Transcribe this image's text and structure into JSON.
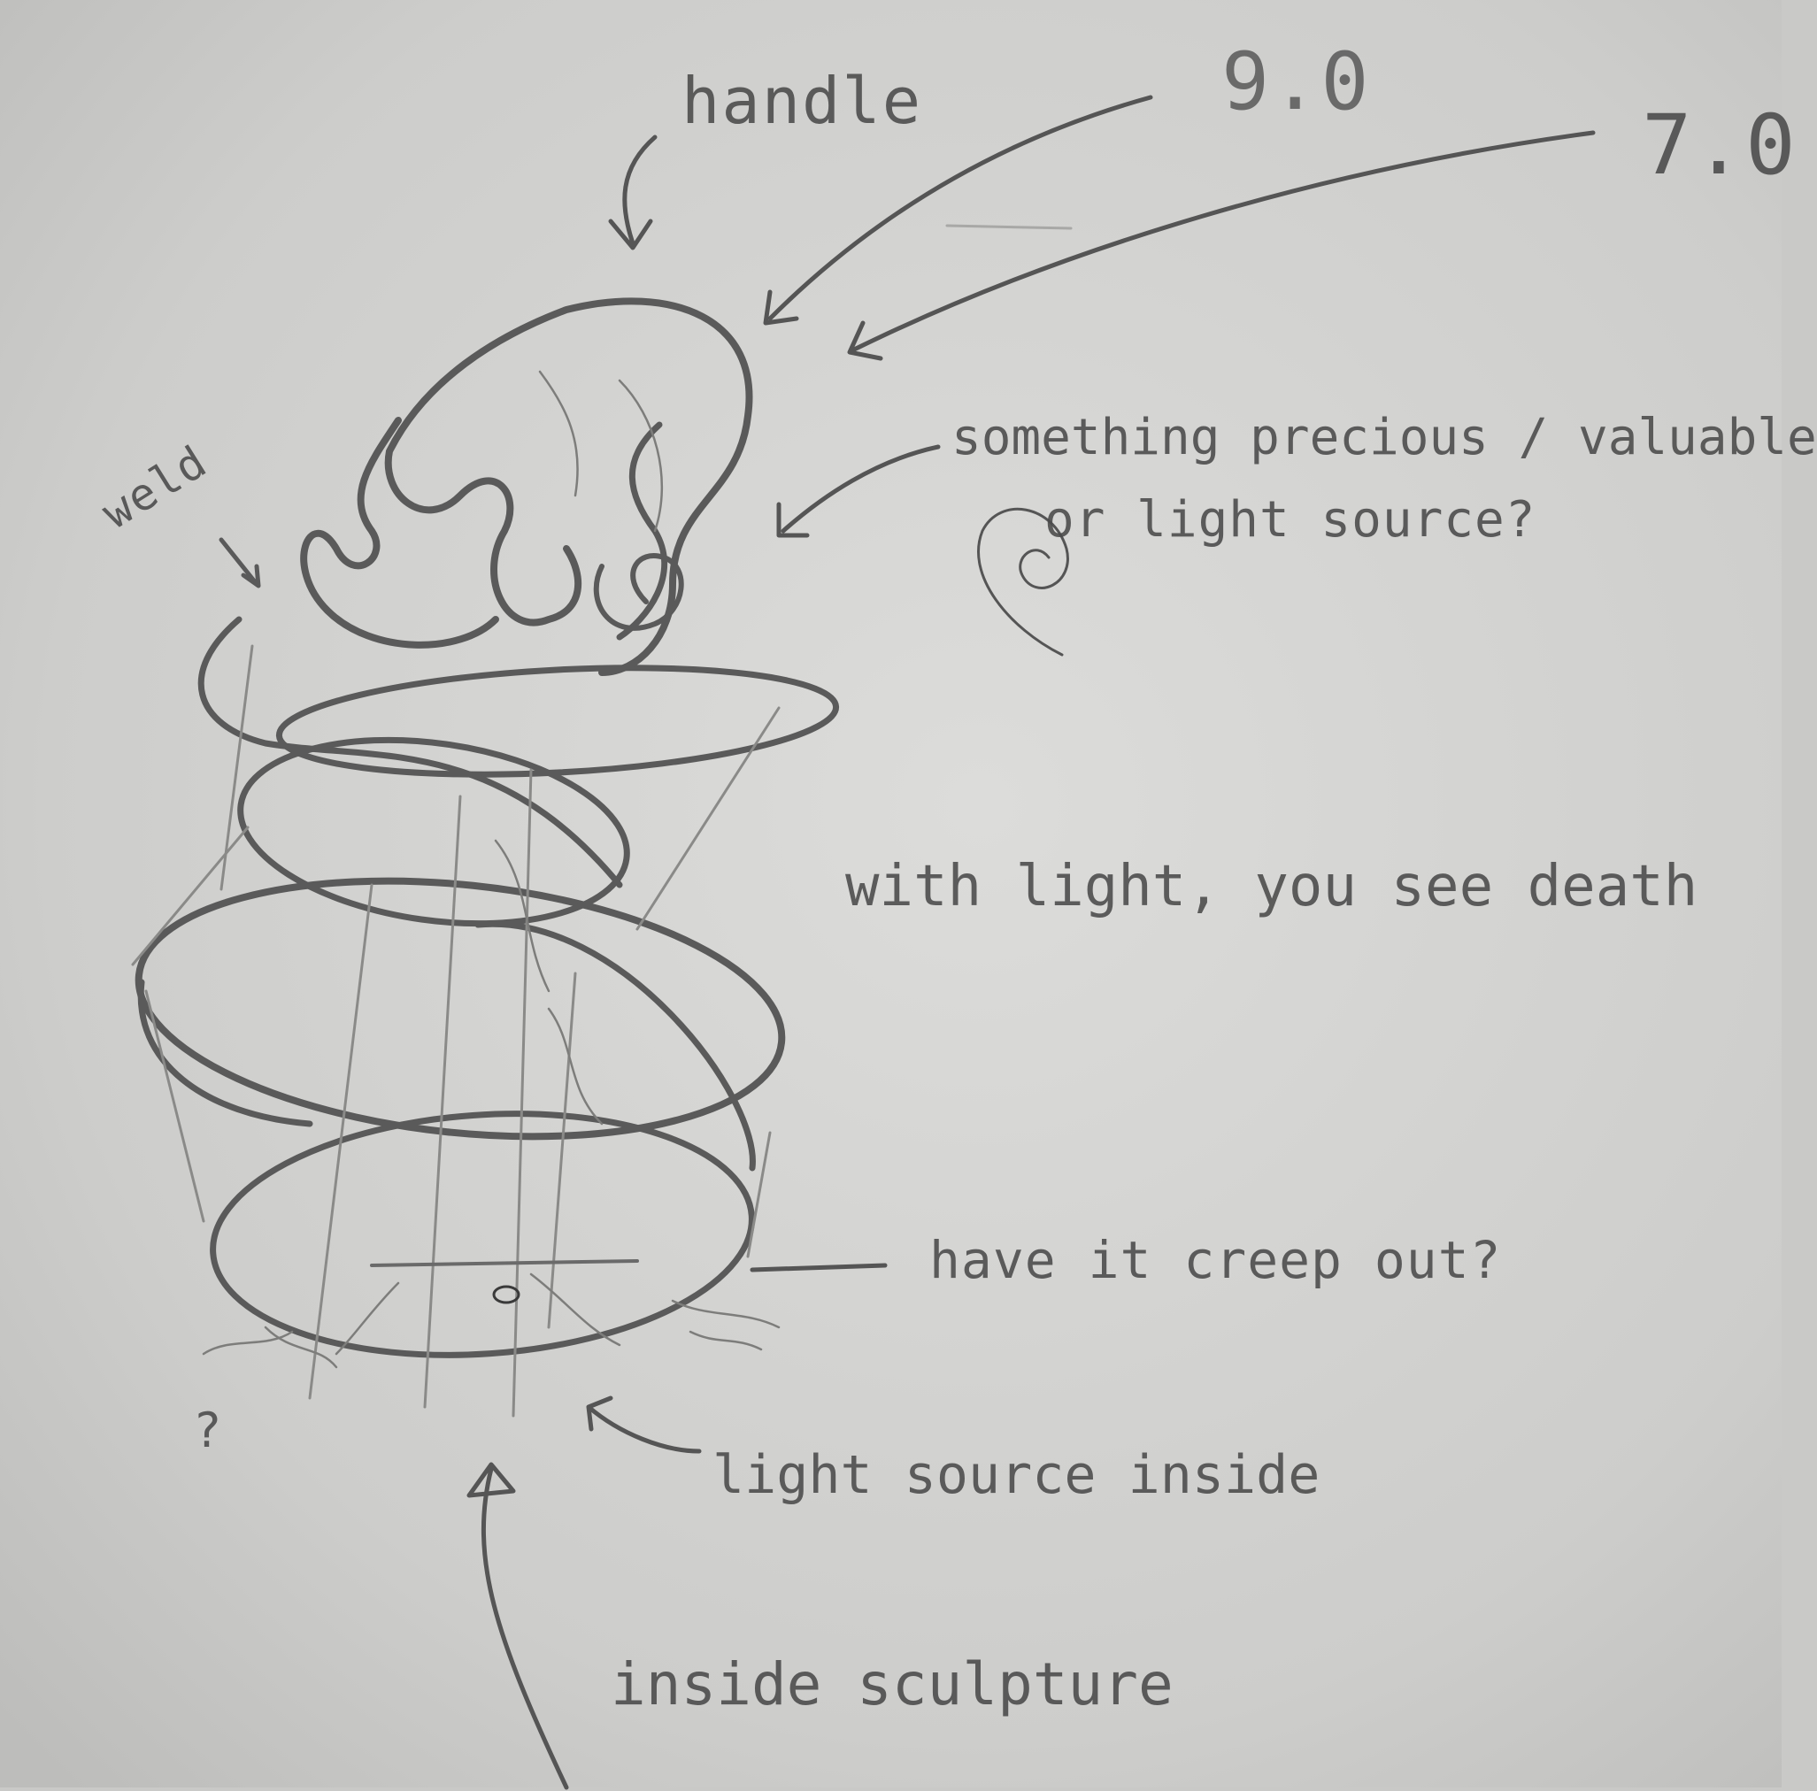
{
  "sketch": {
    "paper_color": "#cfcfcd",
    "pencil_color": "#555555",
    "labels": {
      "handle": "handle",
      "dim_9": "9.0",
      "dim_7": "7.0",
      "weld": "weld",
      "precious_line1": "something precious / valuable",
      "precious_line2": "or light source?",
      "with_light": "with light, you see death",
      "creep_out": "have it creep out?",
      "question_mark": "?",
      "light_source_inside": "light source inside",
      "inside_sculpture": "inside sculpture"
    }
  }
}
